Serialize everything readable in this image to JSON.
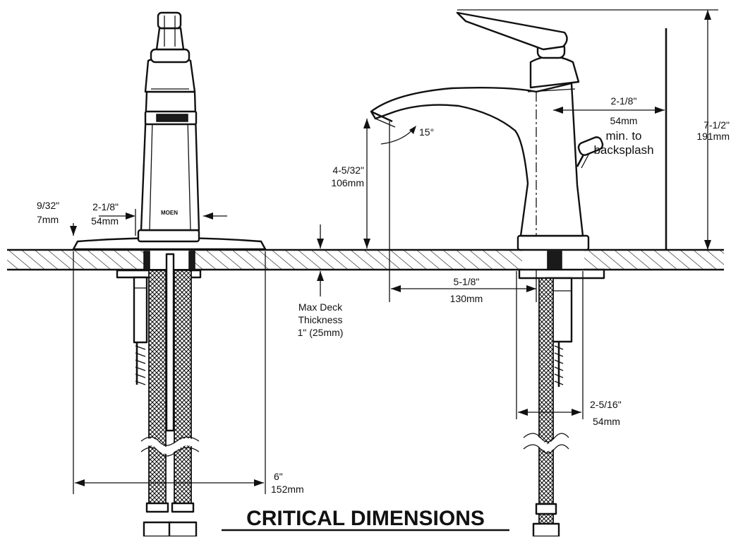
{
  "title": "CRITICAL DIMENSIONS",
  "logo": "MOEN",
  "dimensions": {
    "height_in": "7-1/2\"",
    "height_mm": "191mm",
    "backsplash_in": "2-1/8\"",
    "backsplash_mm": "54mm",
    "backsplash_note_1": "min. to",
    "backsplash_note_2": "backsplash",
    "angle": "15°",
    "spout_height_in": "4-5/32\"",
    "spout_height_mm": "106mm",
    "reach_in": "5-1/8\"",
    "reach_mm": "130mm",
    "base_width_in": "2-1/8\"",
    "base_width_mm": "54mm",
    "plate_edge_in": "9/32\"",
    "plate_edge_mm": "7mm",
    "deck_1": "Max Deck",
    "deck_2": "Thickness",
    "deck_3": "1\" (25mm)",
    "plate_width_in": "6\"",
    "plate_width_mm": "152mm",
    "shank_in": "2-5/16\"",
    "shank_mm": "54mm"
  }
}
